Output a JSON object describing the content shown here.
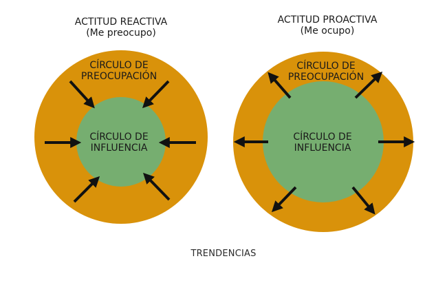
{
  "left": {
    "title": "ACTITUD REACTIVA",
    "subtitle": "(Me preocupo)",
    "outer_label_1": "CÍRCULO DE",
    "outer_label_2": "PREOCUPACIÓN",
    "inner_label_1": "CÍRCULO DE",
    "inner_label_2": "INFLUENCIA",
    "arrow_direction": "inward"
  },
  "right": {
    "title": "ACTITUD PROACTIVA",
    "subtitle": "(Me ocupo)",
    "outer_label_1": "CÍRCULO DE",
    "outer_label_2": "PREOCUPACIÓN",
    "inner_label_1": "CÍRCULO DE",
    "inner_label_2": "INFLUENCIA",
    "arrow_direction": "outward"
  },
  "footer": "TRENDENCIAS",
  "colors": {
    "outer_circle": "#D9920A",
    "inner_circle": "#76AE70",
    "arrow": "#111111"
  }
}
